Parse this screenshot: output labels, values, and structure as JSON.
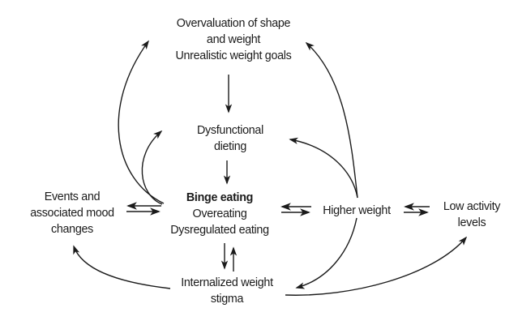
{
  "diagram": {
    "description": "Cyclical model linking weight overvaluation, dieting, binge eating, weight, activity and weight stigma",
    "colors": {
      "background": "#ffffff",
      "ink": "#1b1b1b"
    },
    "nodes": {
      "overvaluation": {
        "lines": [
          "Overvaluation of shape",
          "and weight",
          "Unrealistic weight goals"
        ]
      },
      "dieting": {
        "lines": [
          "Dysfunctional",
          "dieting"
        ]
      },
      "binge": {
        "lines": [
          "Binge eating",
          "Overeating",
          "Dysregulated eating"
        ],
        "emphasized_line": "Binge eating"
      },
      "events": {
        "lines": [
          "Events and",
          "associated mood",
          "changes"
        ]
      },
      "higher_weight": {
        "lines": [
          "Higher weight"
        ]
      },
      "low_activity": {
        "lines": [
          "Low activity",
          "levels"
        ]
      },
      "stigma": {
        "lines": [
          "Internalized weight",
          "stigma"
        ]
      }
    },
    "edges": [
      {
        "from": "overvaluation",
        "to": "dieting",
        "style": "straight-single"
      },
      {
        "from": "dieting",
        "to": "binge",
        "style": "straight-single"
      },
      {
        "from": "events",
        "to": "binge",
        "style": "double-headed-pair"
      },
      {
        "from": "binge",
        "to": "higher_weight",
        "style": "double-headed-pair"
      },
      {
        "from": "higher_weight",
        "to": "low_activity",
        "style": "double-headed-pair"
      },
      {
        "from": "binge",
        "to": "stigma",
        "style": "double-headed-pair-vertical"
      },
      {
        "from": "binge",
        "to": "overvaluation",
        "style": "curved-single"
      },
      {
        "from": "binge",
        "to": "dieting",
        "style": "curved-single"
      },
      {
        "from": "higher_weight",
        "to": "overvaluation",
        "style": "curved-single"
      },
      {
        "from": "higher_weight",
        "to": "dieting",
        "style": "curved-single"
      },
      {
        "from": "higher_weight",
        "to": "stigma",
        "style": "curved-single"
      },
      {
        "from": "stigma",
        "to": "low_activity",
        "style": "curved-single"
      },
      {
        "from": "stigma",
        "to": "events",
        "style": "curved-single"
      }
    ]
  }
}
